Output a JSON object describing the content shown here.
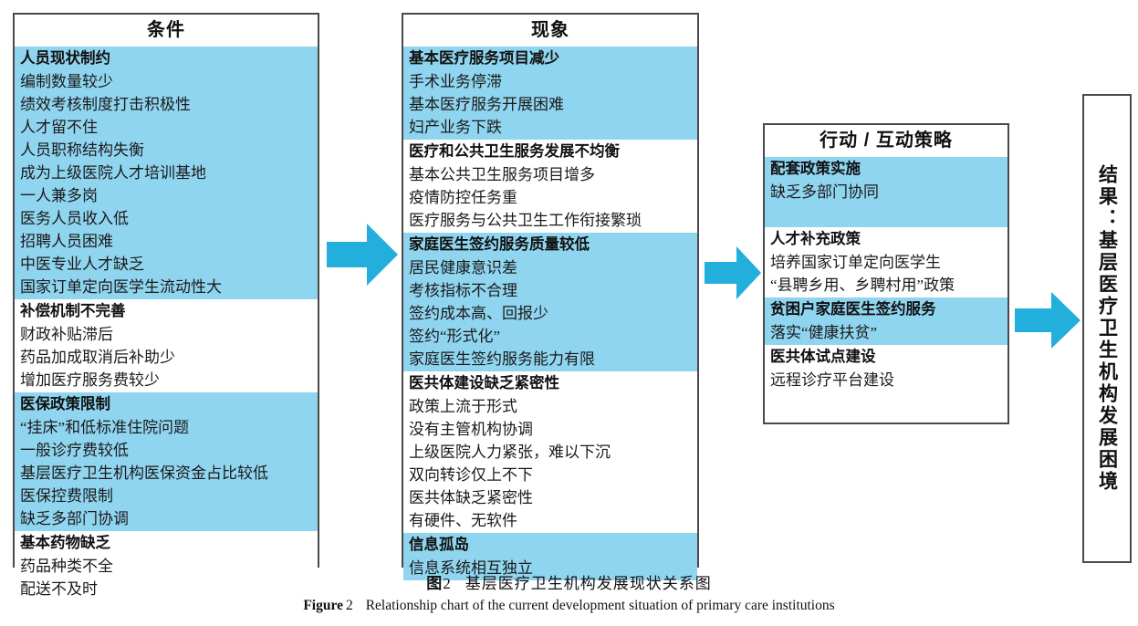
{
  "figure": {
    "columns": [
      {
        "id": "conditions",
        "title": "条件",
        "groups": [
          {
            "highlight": true,
            "head": "人员现状制约",
            "items": [
              "编制数量较少",
              "绩效考核制度打击积极性",
              "人才留不住",
              "人员职称结构失衡",
              "成为上级医院人才培训基地",
              "一人兼多岗",
              "医务人员收入低",
              "招聘人员困难",
              "中医专业人才缺乏",
              "国家订单定向医学生流动性大"
            ]
          },
          {
            "highlight": false,
            "head": "补偿机制不完善",
            "items": [
              "财政补贴滞后",
              "药品加成取消后补助少",
              "增加医疗服务费较少"
            ]
          },
          {
            "highlight": true,
            "head": "医保政策限制",
            "items": [
              "“挂床”和低标准住院问题",
              "一般诊疗费较低",
              "基层医疗卫生机构医保资金占比较低",
              "医保控费限制",
              "缺乏多部门协调"
            ]
          },
          {
            "highlight": false,
            "head": "基本药物缺乏",
            "items": [
              "药品种类不全",
              "配送不及时"
            ]
          }
        ]
      },
      {
        "id": "phenomena",
        "title": "现象",
        "groups": [
          {
            "highlight": true,
            "head": "基本医疗服务项目减少",
            "items": [
              "手术业务停滞",
              "基本医疗服务开展困难",
              "妇产业务下跌"
            ]
          },
          {
            "highlight": false,
            "head": "医疗和公共卫生服务发展不均衡",
            "items": [
              "基本公共卫生服务项目增多",
              "疫情防控任务重",
              "医疗服务与公共卫生工作衔接繁琐"
            ]
          },
          {
            "highlight": true,
            "head": "家庭医生签约服务质量较低",
            "items": [
              "居民健康意识差",
              "考核指标不合理",
              "签约成本高、回报少",
              "签约“形式化”",
              "家庭医生签约服务能力有限"
            ]
          },
          {
            "highlight": false,
            "head": "医共体建设缺乏紧密性",
            "items": [
              "政策上流于形式",
              "没有主管机构协调",
              "上级医院人力紧张，难以下沉",
              "双向转诊仅上不下",
              "医共体缺乏紧密性",
              "有硬件、无软件"
            ]
          },
          {
            "highlight": true,
            "head": "信息孤岛",
            "items": [
              "信息系统相互独立"
            ]
          }
        ]
      },
      {
        "id": "actions",
        "title": "行动 / 互动策略",
        "groups": [
          {
            "highlight": true,
            "head": "配套政策实施",
            "items": [
              "缺乏多部门协同"
            ]
          },
          {
            "highlight": false,
            "head": "人才补充政策",
            "items": [
              "培养国家订单定向医学生",
              "“县聘乡用、乡聘村用”政策"
            ]
          },
          {
            "highlight": true,
            "head": "贫困户家庭医生签约服务",
            "items": [
              "落实“健康扶贫”"
            ]
          },
          {
            "highlight": false,
            "head": "医共体试点建设",
            "items": [
              "远程诊疗平台建设"
            ]
          }
        ]
      }
    ],
    "result_box": {
      "id": "result",
      "text": "结果：基层医疗卫生机构发展困境"
    },
    "arrows": [
      {
        "id": "arrow-conditions-to-phenomena",
        "name": "right-arrow-icon"
      },
      {
        "id": "arrow-phenomena-to-actions",
        "name": "right-arrow-icon"
      },
      {
        "id": "arrow-actions-to-result",
        "name": "right-arrow-icon"
      }
    ],
    "colors": {
      "highlight": "#90d5f0",
      "arrow": "#22afdc",
      "border": "#4a4a4a",
      "text": "#1a1a1a"
    }
  },
  "caption": {
    "cn_label": "图",
    "cn_number": "2",
    "cn_text": "基层医疗卫生机构发展现状关系图",
    "en_label": "Figure",
    "en_number": "2",
    "en_text": "Relationship chart of the current development situation of primary care institutions"
  }
}
